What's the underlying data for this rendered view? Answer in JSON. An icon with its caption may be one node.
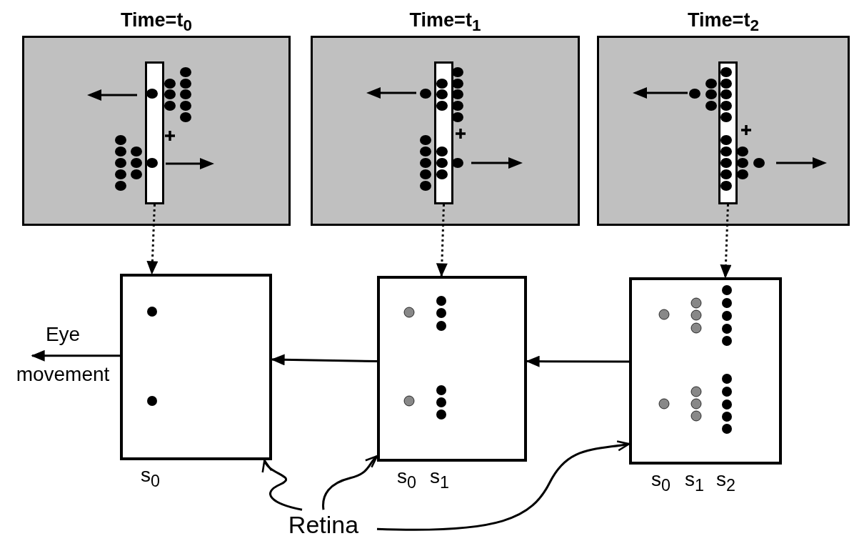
{
  "diagram": {
    "nodes": [
      {
        "text": [
          "Time=t$_{0}$"
        ]
      },
      {
        "text": [],
        "shape": "bar",
        "in": 0
      },
      {
        "text": [
          "Time=t$_{1}$"
        ]
      },
      {
        "text": [],
        "shape": "bar",
        "in": 2
      },
      {
        "text": [
          "Time=t$_{2}$"
        ]
      },
      {
        "text": [],
        "shape": "bar",
        "in": 4
      },
      {
        "text": [],
        "shape": "box",
        "beside": [
          "s$_{0}$"
        ]
      },
      {
        "text": [],
        "shape": "box",
        "beside": [
          "s$_{0}$",
          "s$_{1}$"
        ]
      },
      {
        "text": [],
        "shape": "box",
        "beside": [
          "s$_{0}$",
          "s$_{1}$",
          "s$_{2}$"
        ]
      },
      {
        "text": [
          "Retina"
        ]
      }
    ],
    "edges": [
      {
        "from": 1,
        "to": 6,
        "arrow": "to",
        "style": "dashed"
      },
      {
        "from": 3,
        "to": 7,
        "arrow": "to",
        "style": "dashed"
      },
      {
        "from": 5,
        "to": 8,
        "arrow": "to",
        "style": "dashed"
      },
      {
        "from": 7,
        "to": 6,
        "arrow": "to"
      },
      {
        "from": 8,
        "to": 7,
        "arrow": "to"
      },
      {
        "from": 6,
        "to": null,
        "arrow": "to",
        "label": "Eye movement"
      },
      {
        "from": 9,
        "to": 6,
        "arrow": "to"
      },
      {
        "from": 9,
        "to": 7,
        "arrow": "to"
      },
      {
        "from": 9,
        "to": 8,
        "arrow": "to"
      }
    ]
  }
}
